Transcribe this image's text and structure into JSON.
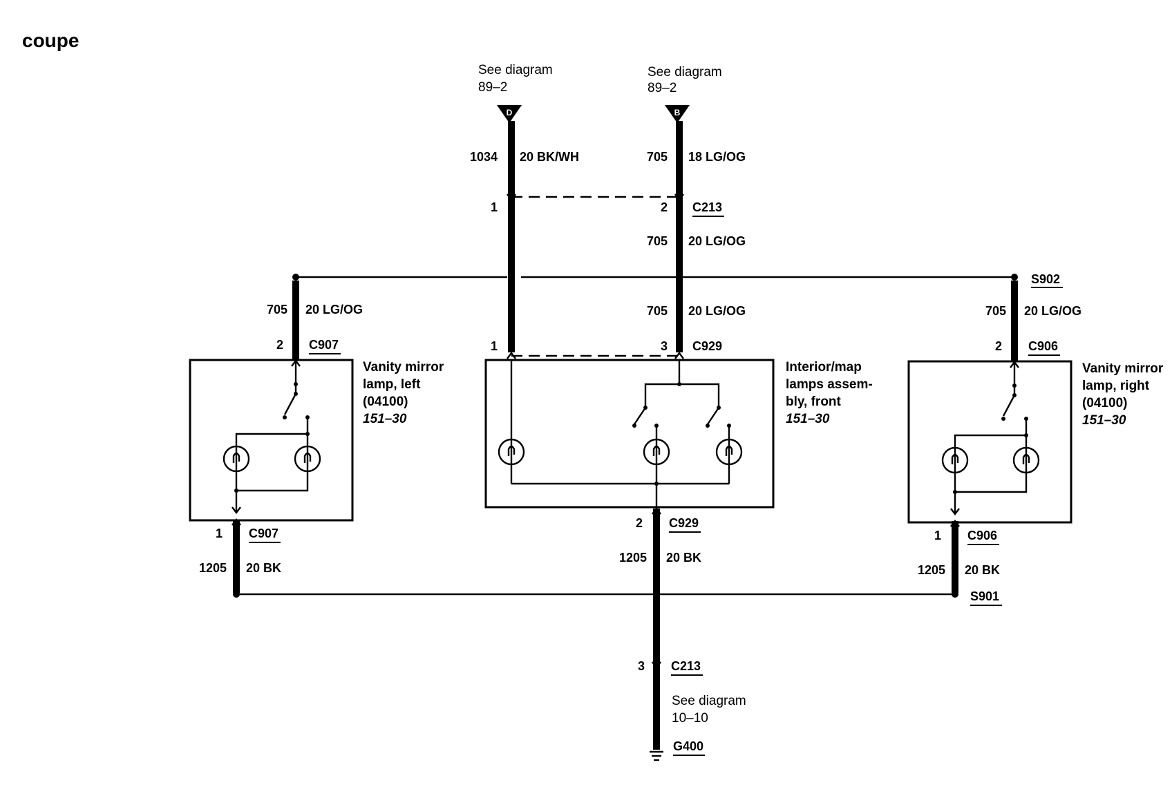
{
  "page_title": "coupe",
  "references": {
    "top_d": {
      "line1": "See diagram",
      "line2": "89–2",
      "connector": "D"
    },
    "top_b": {
      "line1": "See diagram",
      "line2": "89–2",
      "connector": "B"
    },
    "bottom": {
      "line1": "See diagram",
      "line2": "10–10"
    }
  },
  "wires": {
    "w1034": {
      "circuit": "1034",
      "spec": "20 BK/WH"
    },
    "w705_18": {
      "circuit": "705",
      "spec": "18 LG/OG"
    },
    "w705_mid": {
      "circuit": "705",
      "spec": "20 LG/OG"
    },
    "w705_center": {
      "circuit": "705",
      "spec": "20 LG/OG"
    },
    "w705_left": {
      "circuit": "705",
      "spec": "20 LG/OG"
    },
    "w705_right": {
      "circuit": "705",
      "spec": "20 LG/OG"
    },
    "w1205_left": {
      "circuit": "1205",
      "spec": "20 BK"
    },
    "w1205_center": {
      "circuit": "1205",
      "spec": "20 BK"
    },
    "w1205_right": {
      "circuit": "1205",
      "spec": "20 BK"
    }
  },
  "connectors": {
    "c213_top": {
      "name": "C213",
      "pin_left": "1",
      "pin_right": "2"
    },
    "c929_top": {
      "name": "C929",
      "pin_left": "1",
      "pin_right": "3"
    },
    "c929_bottom": {
      "name": "C929",
      "pin": "2"
    },
    "c907_top": {
      "name": "C907",
      "pin": "2"
    },
    "c907_bottom": {
      "name": "C907",
      "pin": "1"
    },
    "c906_top": {
      "name": "C906",
      "pin": "2"
    },
    "c906_bottom": {
      "name": "C906",
      "pin": "1"
    },
    "c213_bottom": {
      "name": "C213",
      "pin": "3"
    }
  },
  "splices": {
    "s902": "S902",
    "s901": "S901"
  },
  "ground": "G400",
  "components": {
    "left": {
      "line1": "Vanity mirror",
      "line2": "lamp, left",
      "line3": "(04100)",
      "ref": "151–30"
    },
    "center": {
      "line1": "Interior/map",
      "line2": "lamps assem-",
      "line3": "bly, front",
      "ref": "151–30"
    },
    "right": {
      "line1": "Vanity mirror",
      "line2": "lamp, right",
      "line3": "(04100)",
      "ref": "151–30"
    }
  }
}
